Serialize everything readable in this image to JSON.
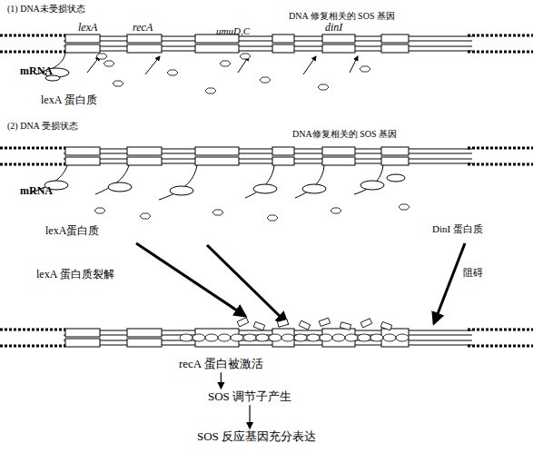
{
  "diagram": {
    "nodes": [
      {
        "text": [
          "recA 蛋白被激活"
        ]
      },
      {
        "text": [
          "SOS 调节子产生"
        ]
      },
      {
        "text": [
          "SOS 反应基因充分表达"
        ]
      }
    ],
    "edges": [
      {
        "from": 0,
        "to": 1,
        "arrow": "to"
      },
      {
        "from": 1,
        "to": 2,
        "arrow": "to"
      }
    ],
    "labels": [
      "(1) DNA未受损状态",
      "DNA 修复相关的 SOS 基因",
      "lexA",
      "recA",
      "umuD,C",
      "dinI",
      "mRNA",
      "lexA 蛋白质",
      "(2) DNA 受损状态",
      "DNA修复相关的 SOS 基因",
      "mRNA",
      "lexA蛋白质",
      "DinI 蛋白质",
      "阻碍",
      "lexA 蛋白质裂解"
    ]
  }
}
